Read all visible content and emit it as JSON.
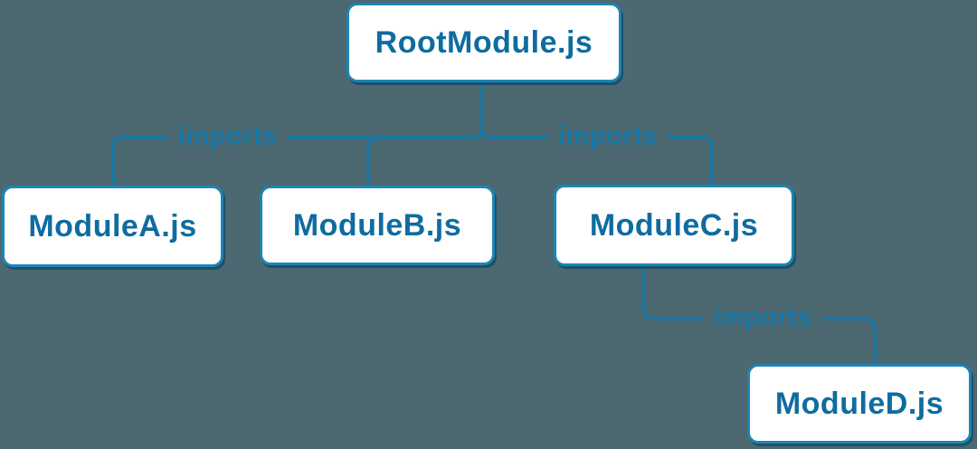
{
  "diagram": {
    "type": "module-dependency-tree",
    "colors": {
      "background": "#4c6870",
      "edge": "#1878a8",
      "node_border": "#1e84b5",
      "node_fill": "#ffffff",
      "node_text": "#0f6ca0",
      "shadow": "#104b6a"
    },
    "nodes": [
      {
        "id": "root",
        "label": "RootModule.js"
      },
      {
        "id": "moduleA",
        "label": "ModuleA.js"
      },
      {
        "id": "moduleB",
        "label": "ModuleB.js"
      },
      {
        "id": "moduleC",
        "label": "ModuleC.js"
      },
      {
        "id": "moduleD",
        "label": "ModuleD.js"
      }
    ],
    "edges": [
      {
        "from": "RootModule.js",
        "to": "ModuleA.js",
        "label": "imports"
      },
      {
        "from": "RootModule.js",
        "to": "ModuleB.js",
        "label": ""
      },
      {
        "from": "RootModule.js",
        "to": "ModuleC.js",
        "label": "imports"
      },
      {
        "from": "ModuleC.js",
        "to": "ModuleD.js",
        "label": "imports"
      }
    ]
  }
}
